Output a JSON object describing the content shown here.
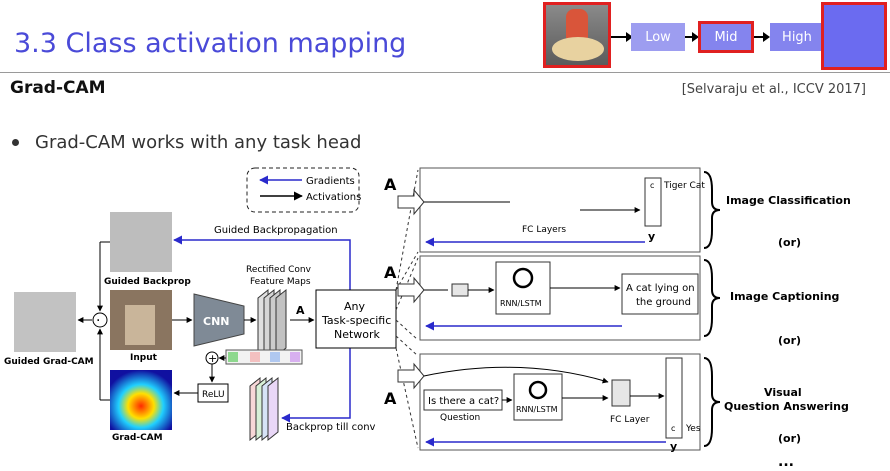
{
  "slide": {
    "title": "3.3 Class activation mapping",
    "subtitle": "Grad-CAM",
    "citation": "[Selvaraju et al., ICCV 2017]",
    "bullet": "Grad-CAM works with any task head"
  },
  "progress": {
    "stages": [
      "Low",
      "Mid",
      "High"
    ],
    "current_stage": "Mid"
  },
  "diagram": {
    "legend": {
      "gradients": "Gradients",
      "activations": "Activations"
    },
    "left": {
      "guided_backprop": "Guided Backprop",
      "input": "Input",
      "guided_gradcam": "Guided Grad-CAM",
      "gradcam": "Grad-CAM",
      "relu": "ReLU",
      "cnn": "CNN",
      "rectified_line1": "Rectified Conv",
      "rectified_line2": "Feature Maps",
      "a_symbol": "A",
      "guided_backprop_arrow": "Guided Backpropagation",
      "backprop_till_conv": "Backprop till conv",
      "plus_symbol": "+",
      "dot_symbol": "·"
    },
    "network": {
      "line1": "Any",
      "line2": "Task-specific",
      "line3": "Network"
    },
    "heads": {
      "classification": {
        "label": "Image Classification",
        "output_class": "Tiger Cat",
        "c": "c",
        "y": "y",
        "layers": "FC Layers",
        "a": "A"
      },
      "captioning": {
        "label": "Image Captioning",
        "rnn": "RNN/LSTM",
        "caption_line1": "A cat lying on",
        "caption_line2": "the ground",
        "a": "A"
      },
      "vqa": {
        "label_line1": "Visual",
        "label_line2": "Question Answering",
        "question": "Is there a cat?",
        "question_label": "Question",
        "rnn": "RNN/LSTM",
        "fc": "FC Layer",
        "answer": "Yes",
        "c": "c",
        "y": "y",
        "a": "A"
      },
      "or": "(or)",
      "ellipsis": "..."
    }
  },
  "colors": {
    "title": "#4a4ad8",
    "stage_fill": "#9d9df0",
    "stage_current_fill": "#8484ee",
    "stage_final_fill": "#6b6bf0",
    "stage_highlight_border": "#e02020",
    "gradient_arrow": "#2a2acc"
  }
}
